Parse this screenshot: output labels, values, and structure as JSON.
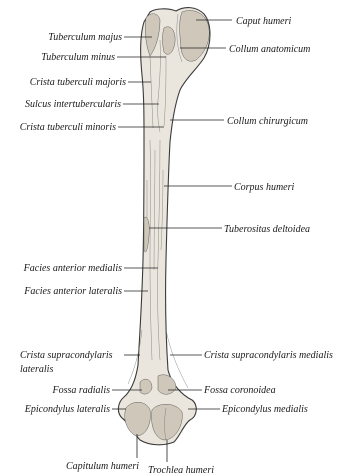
{
  "labels": {
    "caput_humeri": "Caput humeri",
    "tuberculum_majus": "Tuberculum majus",
    "tuberculum_minus": "Tuberculum minus",
    "collum_anatomicum": "Collum anatomicum",
    "crista_tuberculi_majoris": "Crista tuberculi majoris",
    "sulcus_intertubercularis": "Sulcus intertubercularis",
    "crista_tuberculi_minoris": "Crista tuberculi minoris",
    "collum_chirurgicum": "Collum chirurgicum",
    "corpus_humeri": "Corpus humeri",
    "tuberositas_deltoidea": "Tuberositas deltoidea",
    "facies_anterior_medialis": "Facies anterior medialis",
    "facies_anterior_lateralis": "Facies anterior lateralis",
    "crista_supracondylaris_lateralis_1": "Crista supracondylaris",
    "crista_supracondylaris_lateralis_2": "lateralis",
    "crista_supracondylaris_medialis": "Crista supracondylaris medialis",
    "fossa_radialis": "Fossa radialis",
    "fossa_coronoidea": "Fossa coronoidea",
    "epicondylus_lateralis": "Epicondylus lateralis",
    "epicondylus_medialis": "Epicondylus medialis",
    "capitulum_humeri": "Capitulum humeri",
    "trochlea_humeri": "Trochlea humeri"
  },
  "colors": {
    "bone_fill": "#ebe6dd",
    "outline": "#3a3a3a",
    "text": "#1a1a1a"
  }
}
